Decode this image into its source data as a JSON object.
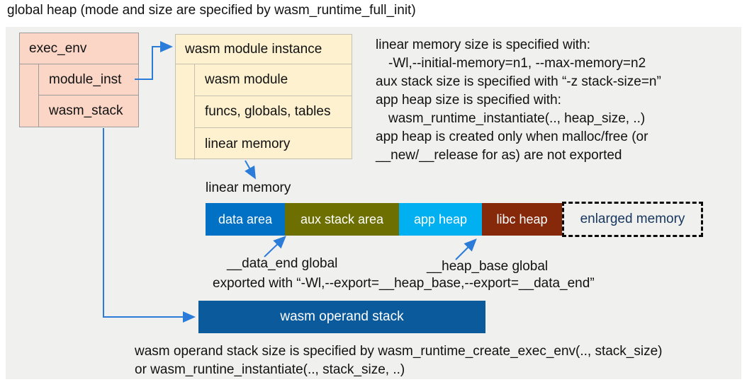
{
  "title": "global heap (mode and size are specified by wasm_runtime_full_init)",
  "exec_env": {
    "header": "exec_env",
    "rows": [
      "module_inst",
      "wasm_stack"
    ]
  },
  "module_instance": {
    "header": "wasm module instance",
    "rows": [
      "wasm module",
      "funcs, globals, tables",
      "linear memory"
    ]
  },
  "notes_right": [
    "linear memory size is specified with:",
    "-Wl,--initial-memory=n1, --max-memory=n2",
    "aux stack size is specified with “-z stack-size=n”",
    "app heap size is specified with:",
    "wasm_runtime_instantiate(.., heap_size, ..)",
    "app heap is created only when malloc/free (or",
    "__new/__release for as) are not exported"
  ],
  "linear_memory": {
    "label": "linear memory",
    "segments": [
      {
        "label": "data area",
        "color": "#0071c5"
      },
      {
        "label": "aux stack area",
        "color": "#6d7000"
      },
      {
        "label": "app heap",
        "color": "#00b0f0"
      },
      {
        "label": "libc heap",
        "color": "#86280a"
      },
      {
        "label": "enlarged memory",
        "color": "none"
      }
    ]
  },
  "annotations": {
    "data_end": "__data_end global",
    "heap_base": "__heap_base global",
    "exported": "exported with “-Wl,--export=__heap_base,--export=__data_end”"
  },
  "operand_stack": {
    "label": "wasm operand stack",
    "note_line1": "wasm operand stack size is specified by wasm_runtime_create_exec_env(.., stack_size)",
    "note_line2": "or wasm_runtine_instantiate(.., stack_size, ..)"
  },
  "colors": {
    "panel": "#f0f0ef",
    "salmon": "#fbd6c6",
    "cream": "#fdf1cf",
    "arrow": "#2b7cd9",
    "operand": "#0a5a9c",
    "enlarged-text": "#17365d"
  }
}
